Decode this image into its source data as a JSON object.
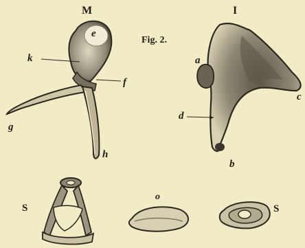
{
  "figure": {
    "caption": "Fig. 2.",
    "colors": {
      "paper": "#f1ebc6",
      "ink": "#1f1d17",
      "shade": "#5a5346"
    }
  },
  "bones": {
    "malleus": {
      "title": "M",
      "labels": {
        "e": "e",
        "k": "k",
        "f": "f",
        "g": "g",
        "h": "h"
      }
    },
    "incus": {
      "title": "I",
      "labels": {
        "a": "a",
        "c": "c",
        "d": "d",
        "b": "b"
      }
    },
    "stapes": {
      "labels": {
        "s_left": "S",
        "o": "o",
        "s_right": "S"
      }
    }
  }
}
